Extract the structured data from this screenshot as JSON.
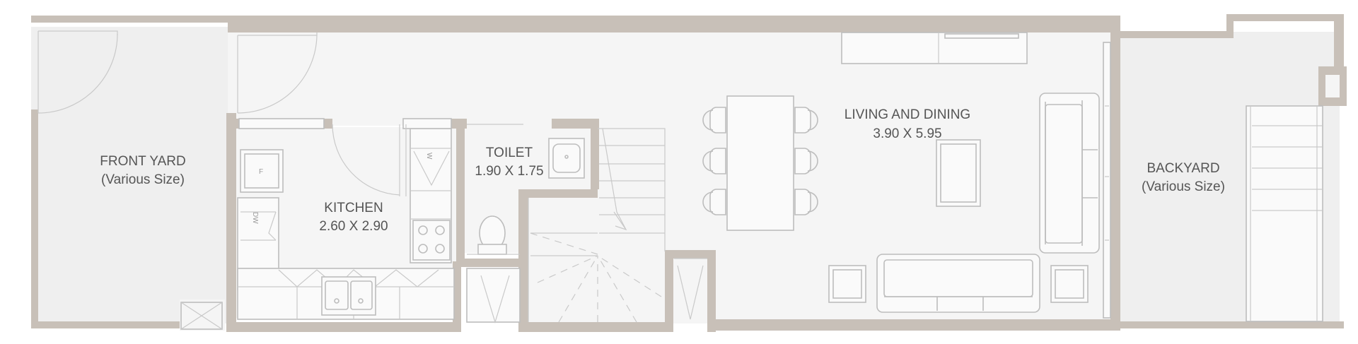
{
  "rooms": {
    "front_yard": {
      "name": "FRONT YARD",
      "size": "(Various Size)"
    },
    "kitchen": {
      "name": "KITCHEN",
      "size": "2.60 X 2.90"
    },
    "toilet": {
      "name": "TOILET",
      "size": "1.90 X 1.75"
    },
    "living": {
      "name": "LIVING AND DINING",
      "size": "3.90 X 5.95"
    },
    "backyard": {
      "name": "BACKYARD",
      "size": "(Various Size)"
    }
  },
  "appliances": {
    "fridge": "F",
    "dishwasher": "DW",
    "washer": "W"
  },
  "colors": {
    "wall": "#c8c0b8",
    "floor": "#f5f5f5",
    "fixture_line": "#bdbdbd",
    "label_text": "#555555"
  }
}
